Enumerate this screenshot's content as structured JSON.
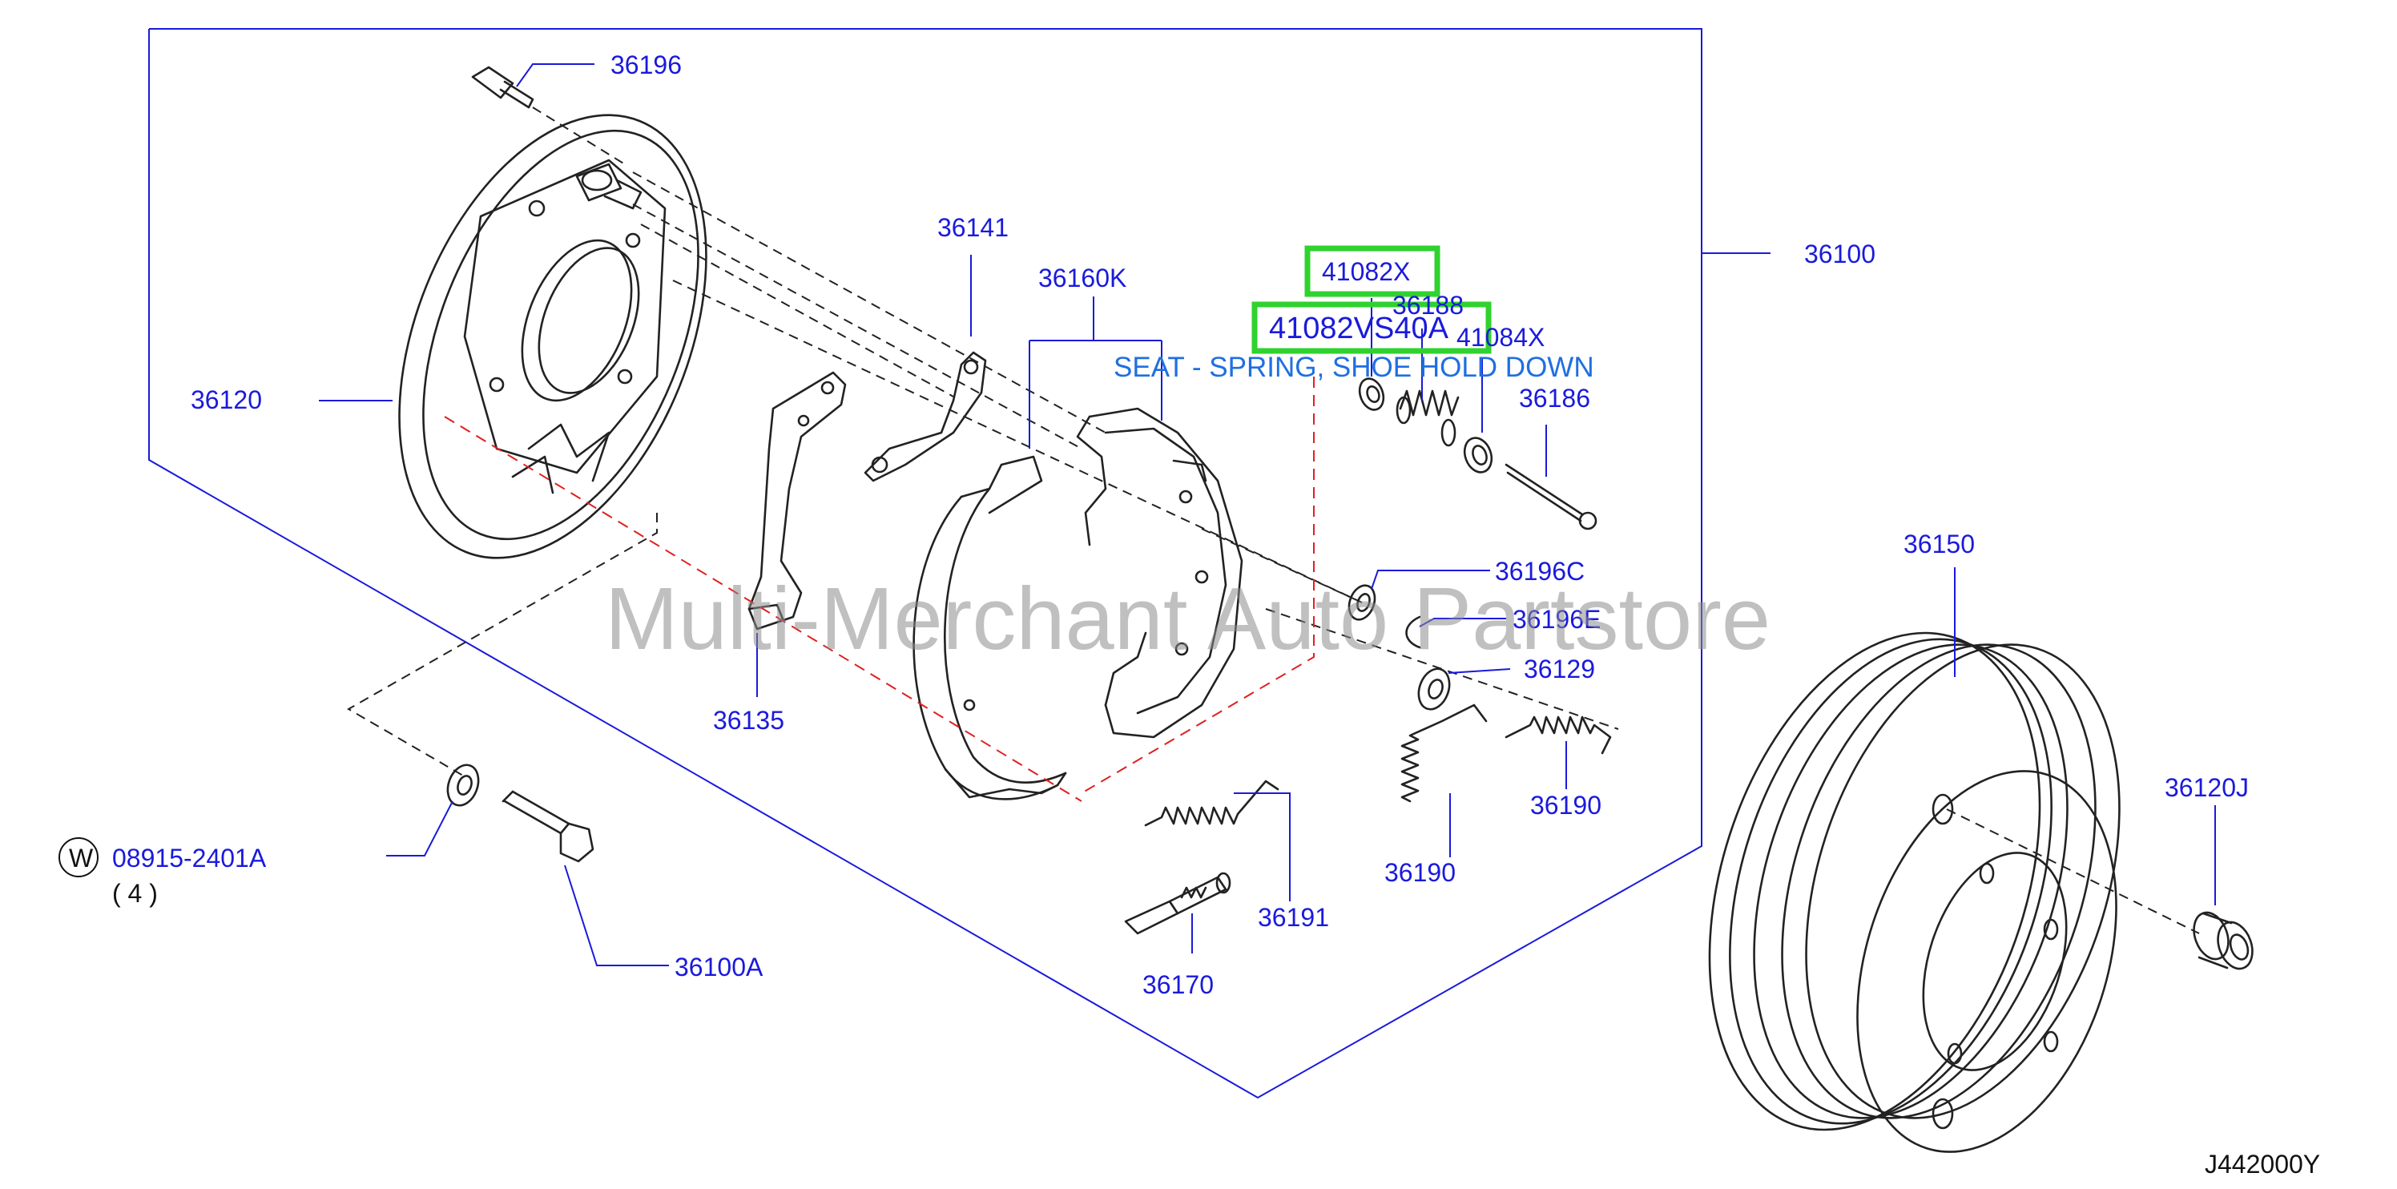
{
  "diagram": {
    "labels": {
      "p36196": "36196",
      "p36100": "36100",
      "p36120": "36120",
      "p36141": "36141",
      "p36160K": "36160K",
      "p41082X": "41082X",
      "p36188": "36188",
      "p41082VS40A": "41082VS40A",
      "p41084X": "41084X",
      "seat_desc": "SEAT - SPRING, SHOE HOLD DOWN",
      "p36186": "36186",
      "p36196C": "36196C",
      "p36196E": "36196E",
      "p36129": "36129",
      "p36135": "36135",
      "p36190a": "36190",
      "p36190b": "36190",
      "p36191": "36191",
      "p36170": "36170",
      "p08915": "08915-2401A",
      "w_marker": "W",
      "qty": "( 4 )",
      "p36100A": "36100A",
      "p36150": "36150",
      "p36120J": "36120J",
      "figure_code": "J442000Y"
    },
    "watermark": "Multi-Merchant Auto Partstore",
    "highlighted_parts": [
      "41082X",
      "41082VS40A"
    ],
    "colors": {
      "label": "#1a1adc",
      "highlight": "#2fd22f",
      "alignment_line": "#e02020",
      "note": "#1f6fe0"
    }
  }
}
